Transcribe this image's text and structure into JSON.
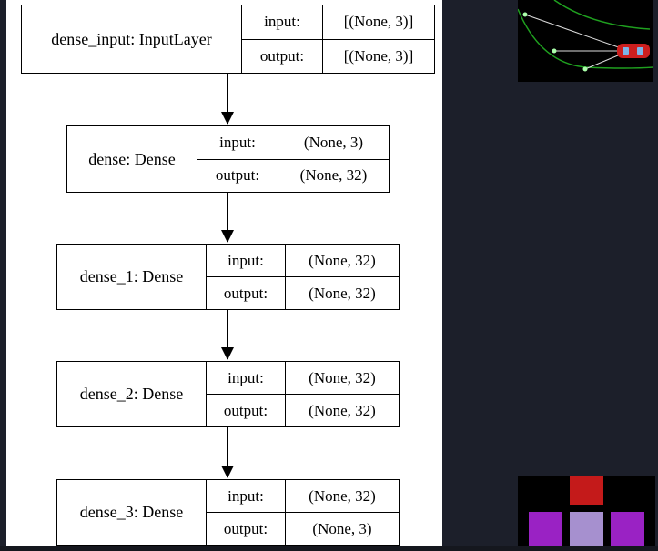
{
  "diagram": {
    "nodes": [
      {
        "label": "dense_input: InputLayer",
        "input_key": "input:",
        "input_val": "[(None, 3)]",
        "output_key": "output:",
        "output_val": "[(None, 3)]"
      },
      {
        "label": "dense: Dense",
        "input_key": "input:",
        "input_val": "(None, 3)",
        "output_key": "output:",
        "output_val": "(None, 32)"
      },
      {
        "label": "dense_1: Dense",
        "input_key": "input:",
        "input_val": "(None, 32)",
        "output_key": "output:",
        "output_val": "(None, 32)"
      },
      {
        "label": "dense_2: Dense",
        "input_key": "input:",
        "input_val": "(None, 32)",
        "output_key": "output:",
        "output_val": "(None, 32)"
      },
      {
        "label": "dense_3: Dense",
        "input_key": "input:",
        "input_val": "(None, 32)",
        "output_key": "output:",
        "output_val": "(None, 3)"
      }
    ]
  },
  "thumbnails": {
    "track_colors": {
      "background": "#000000",
      "track_lines": "#1fa01f",
      "rays": "#dddddd",
      "sensor_dots": "#aaffaa",
      "car": "#cc1f1f"
    },
    "block_colors": {
      "top": "#c41a1a",
      "left": "#9a22c4",
      "middle": "#a690cf",
      "right": "#9a22c4"
    }
  }
}
